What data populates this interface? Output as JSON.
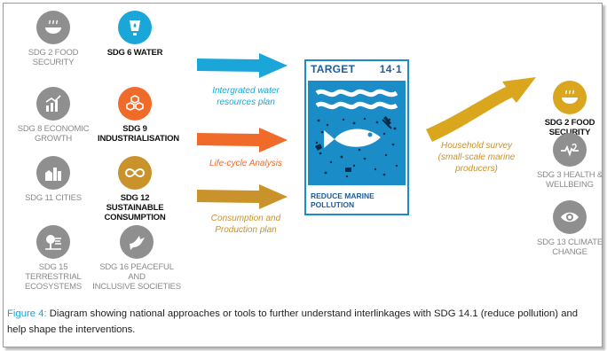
{
  "left_goals": [
    {
      "id": "sdg2l",
      "label_lines": [
        "SDG 2 FOOD",
        "SECURITY"
      ],
      "icon": "bowl-icon",
      "color": "#8f8f8f",
      "active": false
    },
    {
      "id": "sdg6",
      "label_lines": [
        "SDG 6 WATER"
      ],
      "icon": "water-tap-icon",
      "color": "#1aa6d9",
      "active": true
    },
    {
      "id": "sdg8",
      "label_lines": [
        "SDG 8 ECONOMIC",
        "GROWTH"
      ],
      "icon": "bar-growth-icon",
      "color": "#8f8f8f",
      "active": false
    },
    {
      "id": "sdg9",
      "label_lines": [
        "SDG 9",
        "INDUSTRIALISATION"
      ],
      "icon": "cubes-icon",
      "color": "#f06a2a",
      "active": true
    },
    {
      "id": "sdg11",
      "label_lines": [
        "SDG 11 CITIES"
      ],
      "icon": "city-icon",
      "color": "#8f8f8f",
      "active": false
    },
    {
      "id": "sdg12",
      "label_lines": [
        "SDG 12 SUSTAINABLE",
        "CONSUMPTION"
      ],
      "icon": "infinity-icon",
      "color": "#c9922a",
      "active": true
    },
    {
      "id": "sdg15",
      "label_lines": [
        "SDG 15 TERRESTRIAL",
        "ECOSYSTEMS"
      ],
      "icon": "tree-icon",
      "color": "#8f8f8f",
      "active": false
    },
    {
      "id": "sdg16",
      "label_lines": [
        "SDG 16 PEACEFUL AND",
        "INCLUSIVE SOCIETIES"
      ],
      "icon": "dove-icon",
      "color": "#8f8f8f",
      "active": false
    }
  ],
  "arrows": [
    {
      "label_lines": [
        "Intergrated water",
        "resources plan"
      ],
      "color": "#1aa6d9"
    },
    {
      "label_lines": [
        "Life-cycle Analysis"
      ],
      "color": "#f06a2a"
    },
    {
      "label_lines": [
        "Consumption and",
        "Production plan"
      ],
      "color": "#c9922a"
    }
  ],
  "target": {
    "title": "TARGET",
    "number": "14·1",
    "foot_lines": [
      "REDUCE MARINE",
      "POLLUTION"
    ],
    "color": "#1a8cc8"
  },
  "outcome_arrow": {
    "label_lines": [
      "Household survey",
      "(small-scale marine",
      "producers)"
    ],
    "color": "#d9a61e"
  },
  "right_goals": [
    {
      "id": "sdg2r",
      "label_lines": [
        "SDG 2 FOOD",
        "SECURITY"
      ],
      "icon": "bowl-icon",
      "color": "#d9a61e",
      "active": true
    },
    {
      "id": "sdg3",
      "label_lines": [
        "SDG 3 HEALTH &",
        "WELLBEING"
      ],
      "icon": "heartbeat-icon",
      "color": "#8f8f8f",
      "active": false
    },
    {
      "id": "sdg13",
      "label_lines": [
        "SDG 13 CLIMATE",
        "CHANGE"
      ],
      "icon": "eye-globe-icon",
      "color": "#8f8f8f",
      "active": false
    }
  ],
  "caption": {
    "figure_label": "Figure 4:",
    "text": " Diagram showing national approaches or tools to further understand interlinkages with SDG 14.1 (reduce pollution) and help shape the interventions."
  }
}
